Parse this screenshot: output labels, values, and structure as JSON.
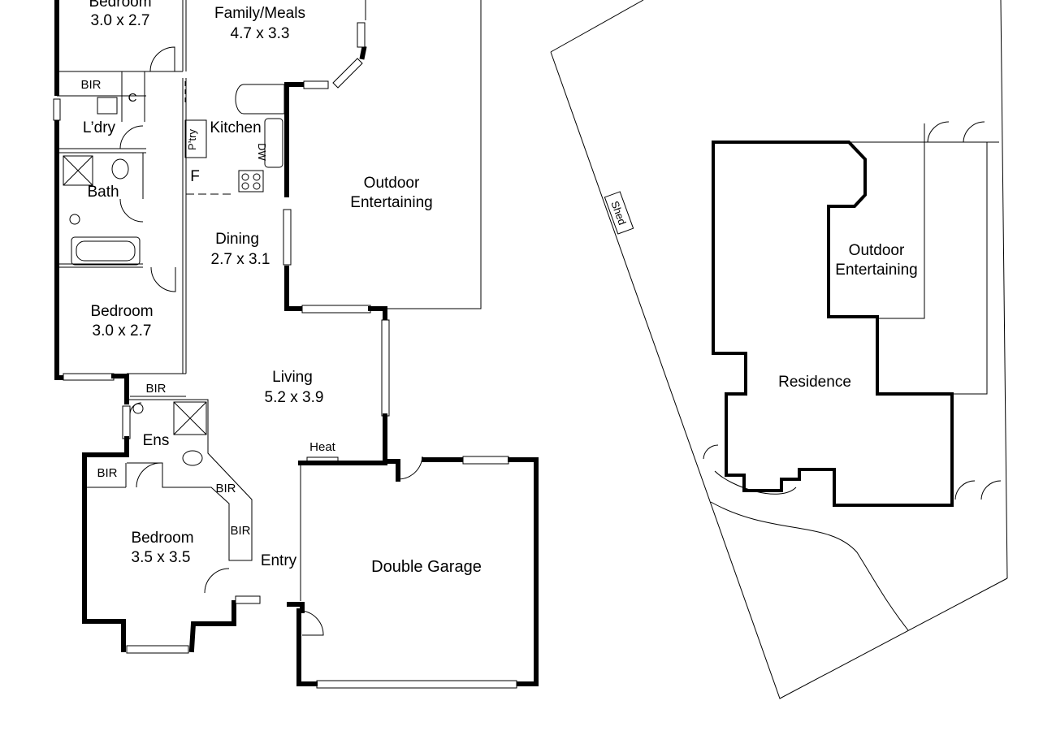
{
  "floorplan": {
    "rooms": {
      "bedroom_top": {
        "name": "Bedroom",
        "size": "3.0 x 2.7"
      },
      "family_meals": {
        "name": "Family/Meals",
        "size": "4.7 x 3.3"
      },
      "bir_top": "BIR",
      "cupboard": "C",
      "laundry": "L’dry",
      "pantry": "P’try",
      "kitchen": "Kitchen",
      "dishwasher": "DW",
      "fridge": "F",
      "bath": "Bath",
      "outdoor_main": {
        "line1": "Outdoor",
        "line2": "Entertaining"
      },
      "dining": {
        "name": "Dining",
        "size": "2.7 x 3.1"
      },
      "bedroom_mid": {
        "name": "Bedroom",
        "size": "3.0 x 2.7"
      },
      "living": {
        "name": "Living",
        "size": "5.2 x 3.9"
      },
      "bir_mid": "BIR",
      "ensuite": "Ens",
      "bir_left": "BIR",
      "bir_diag": "BIR",
      "bir_side": "BIR",
      "bedroom_main": {
        "name": "Bedroom",
        "size": "3.5 x 3.5"
      },
      "heat": "Heat",
      "entry": "Entry",
      "garage": "Double Garage"
    }
  },
  "siteplan": {
    "shed": "Shed",
    "outdoor": {
      "line1": "Outdoor",
      "line2": "Entertaining"
    },
    "residence": "Residence"
  }
}
